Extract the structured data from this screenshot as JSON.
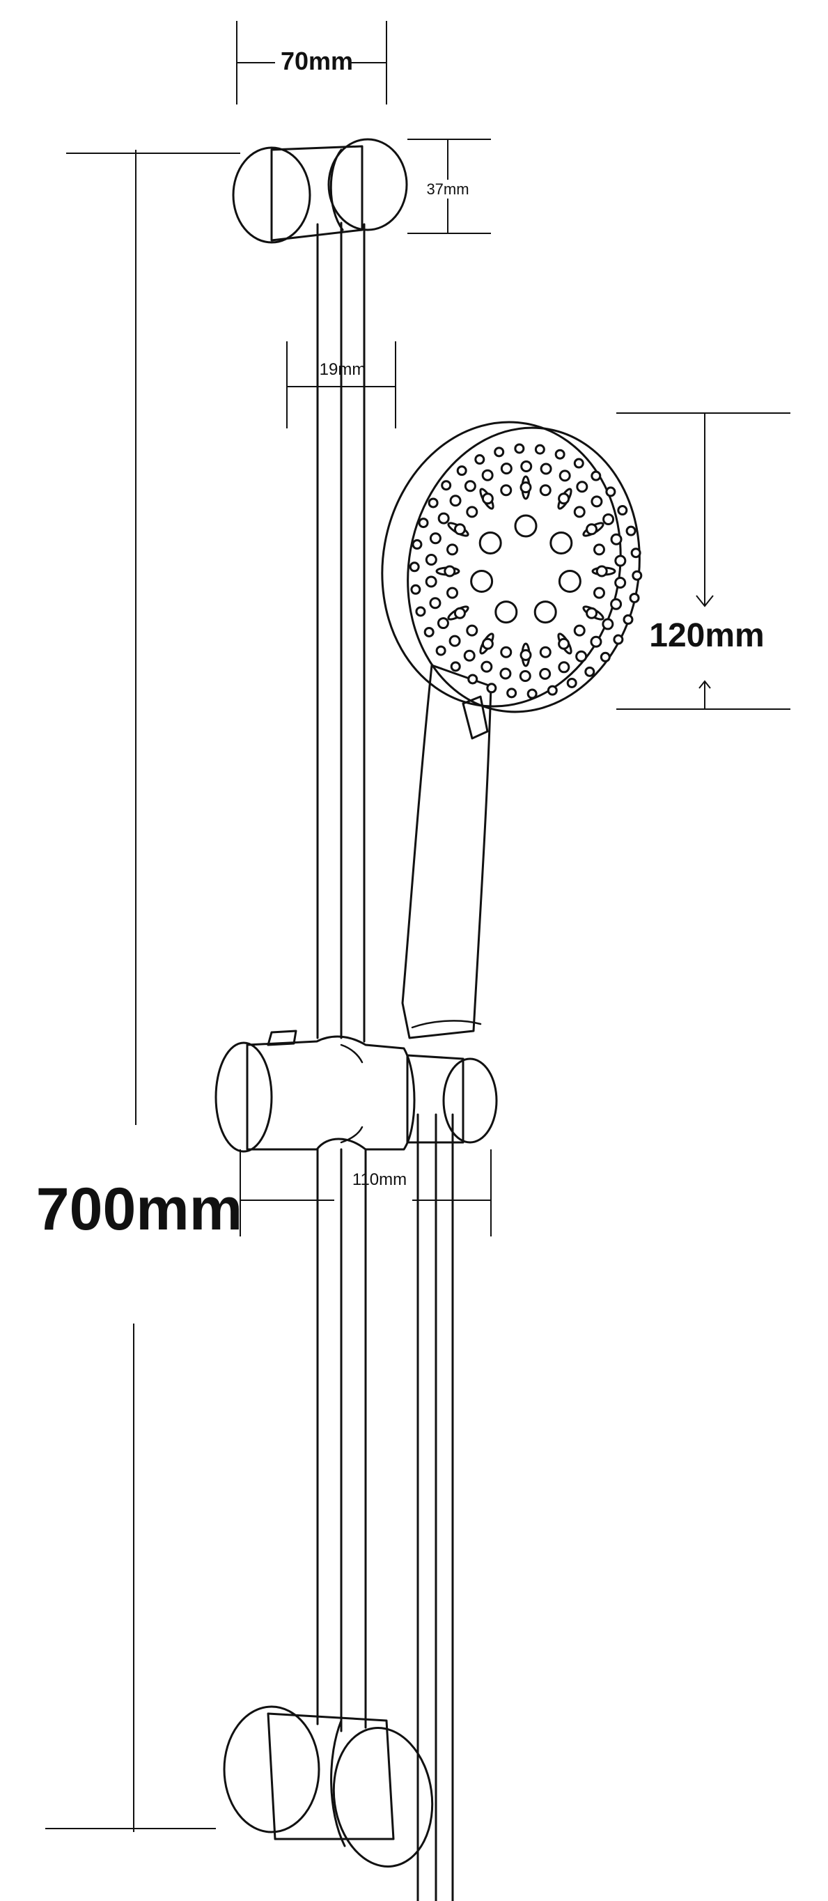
{
  "dimensions": {
    "top_bracket_width": "70mm",
    "top_bracket_height": "37mm",
    "rail_diameter": "19mm",
    "head_diameter": "120mm",
    "rail_length": "700mm",
    "slider_width": "110mm"
  },
  "colors": {
    "line": "#111111",
    "background": "#ffffff"
  }
}
